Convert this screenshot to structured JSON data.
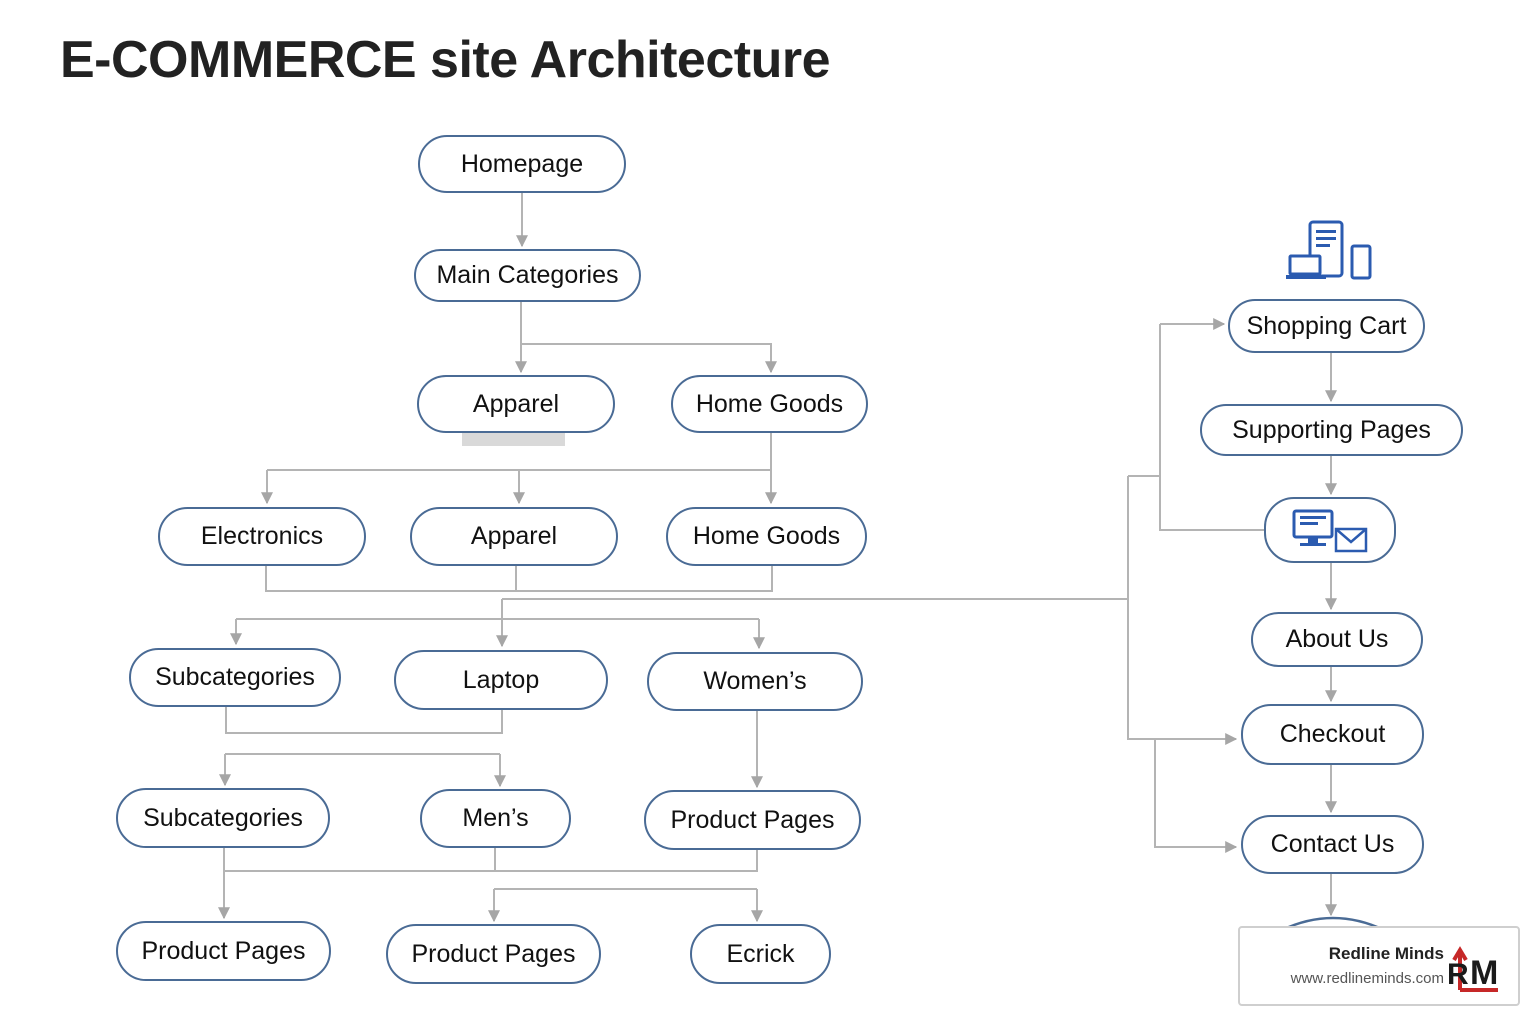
{
  "title": "E-COMMERCE site Architecture",
  "nodes": {
    "homepage": "Homepage",
    "main_categories": "Main Categories",
    "apparel_1": "Apparel",
    "home_goods_1": "Home Goods",
    "electronics": "Electronics",
    "apparel_2": "Apparel",
    "home_goods_2": "Home Goods",
    "subcategories_1": "Subcategories",
    "laptop": "Laptop",
    "womens": "Women’s",
    "subcategories_2": "Subcategories",
    "mens": "Men’s",
    "product_pages_1": "Product Pages",
    "product_pages_2": "Product Pages",
    "product_pages_3": "Product Pages",
    "ecrick": "Ecrick",
    "shopping_cart": "Shopping Cart",
    "supporting_pages": "Supporting Pages",
    "about_us": "About Us",
    "checkout": "Checkout",
    "contact_us": "Contact Us"
  },
  "icons": {
    "devices": "devices-icon",
    "computer_mail": "computer-mail-icon"
  },
  "logo": {
    "name": "Redline Minds",
    "url": "www.redlineminds.com",
    "mark": "RM"
  },
  "colors": {
    "node_border": "#4a6b95",
    "connector": "#b4b4b4",
    "icon_blue": "#2b5bb0",
    "logo_red": "#c62828"
  }
}
